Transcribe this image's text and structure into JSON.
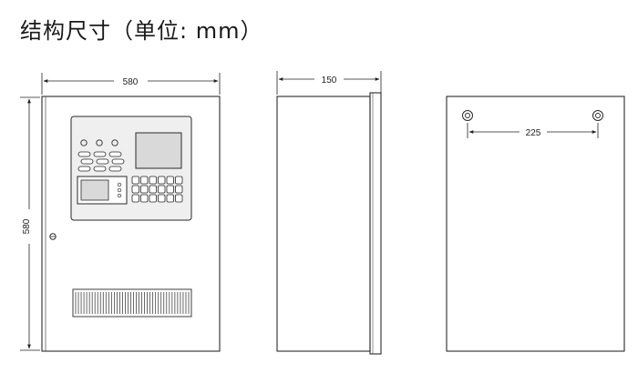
{
  "title": "结构尺寸（单位: mm）",
  "dimensions": {
    "front_width": "580",
    "front_height": "580",
    "side_depth": "150",
    "rear_hole_spacing": "225"
  },
  "front_view": {
    "indicator_count": 3,
    "button_pad_rows": 3,
    "button_pad_cols": 3,
    "keypad_rows": 3,
    "keypad_cols": 6,
    "vent_slot_count": 42
  },
  "icons": {
    "lock": "lock-icon",
    "mount_hole": "mounting-hole-icon"
  },
  "colors": {
    "line": "#2a2a2a",
    "panel_fill": "#efefef",
    "screen_fill": "#d9d9d9"
  }
}
